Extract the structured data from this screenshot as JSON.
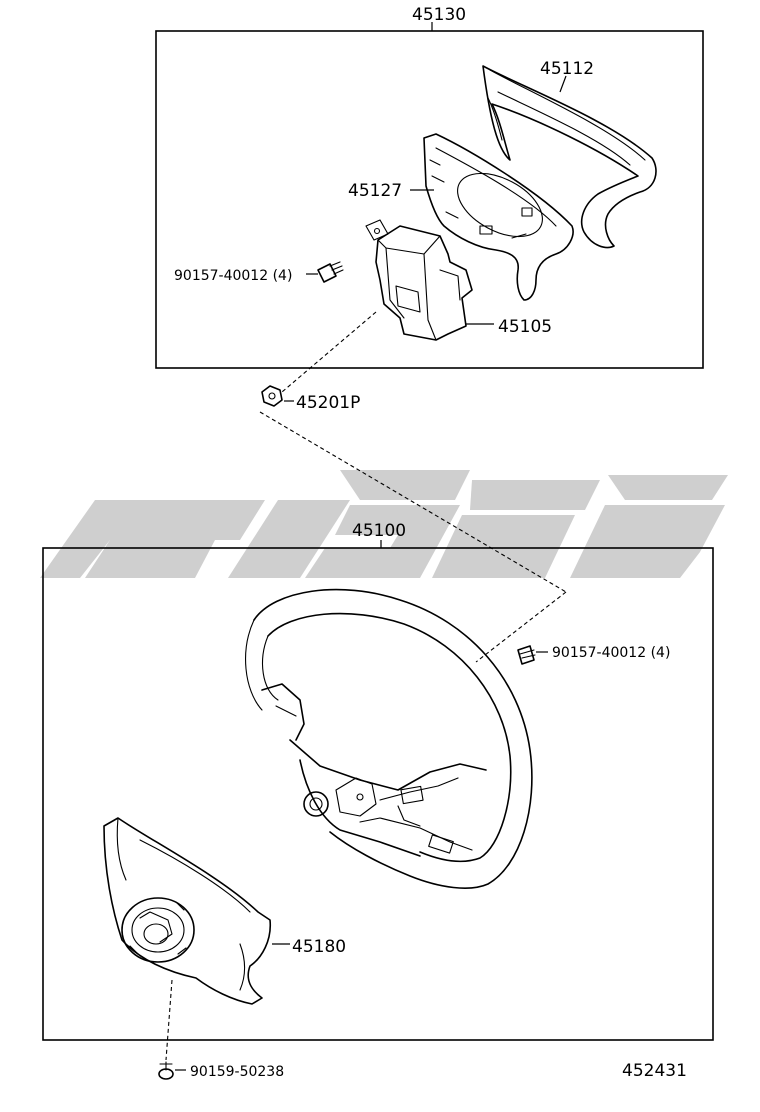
{
  "diagram": {
    "group_labels": {
      "upper_assembly": "45130",
      "lower_assembly": "45100"
    },
    "part_labels": {
      "horn_pad_cover": "45112",
      "horn_contact_plate": "45127",
      "screw_upper": "90157-40012 (4)",
      "horn_bracket": "45105",
      "nut": "45201P",
      "screw_lower": "90157-40012 (4)",
      "pad_assembly": "45180",
      "pad_screw": "90159-50238"
    },
    "figure_number": "452431"
  }
}
